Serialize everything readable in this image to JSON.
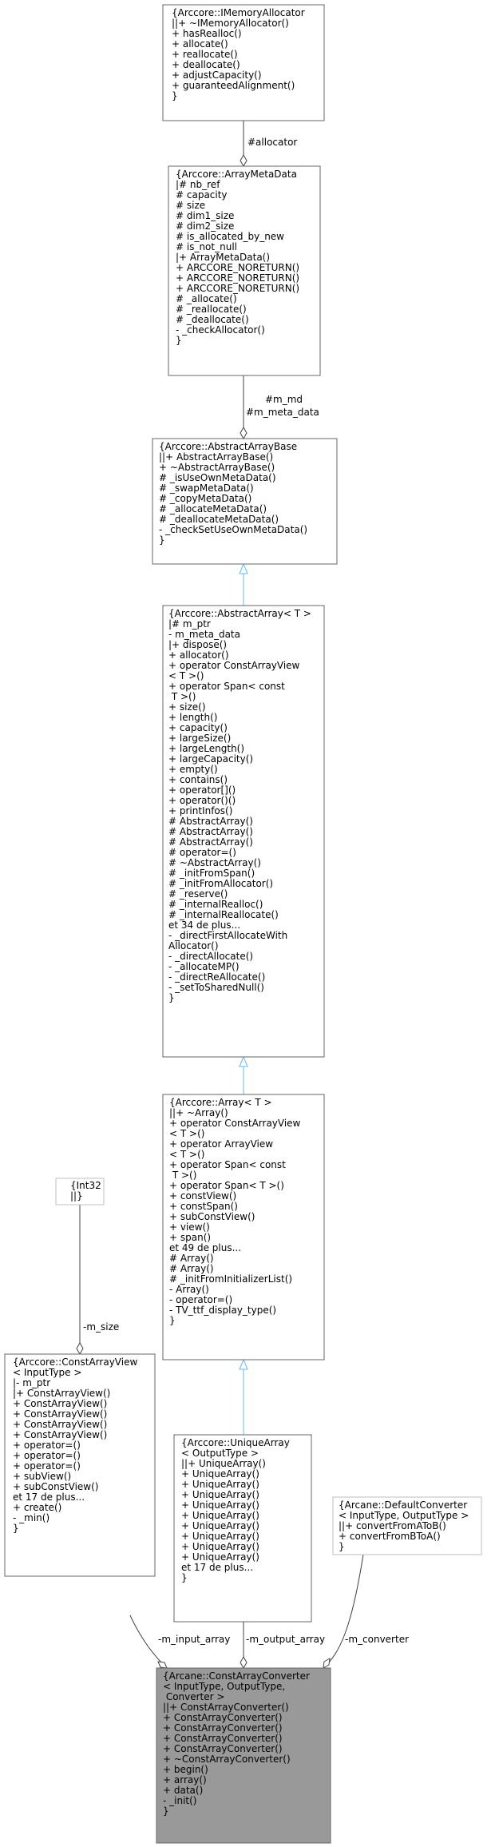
{
  "nodes": {
    "imemory_allocator": {
      "lines": [
        "{Arccore::IMemoryAllocator",
        "||+ ~IMemoryAllocator()",
        "+ hasRealloc()",
        "+ allocate()",
        "+ reallocate()",
        "+ deallocate()",
        "+ adjustCapacity()",
        "+ guaranteedAlignment()",
        "}"
      ]
    },
    "array_meta_data": {
      "lines": [
        "{Arccore::ArrayMetaData",
        "|# nb_ref",
        "# capacity",
        "# size",
        "# dim1_size",
        "# dim2_size",
        "# is_allocated_by_new",
        "# is_not_null",
        "|+ ArrayMetaData()",
        "+ ARCCORE_NORETURN()",
        "+ ARCCORE_NORETURN()",
        "+ ARCCORE_NORETURN()",
        "# _allocate()",
        "# _reallocate()",
        "# _deallocate()",
        "- _checkAllocator()",
        "}"
      ]
    },
    "abstract_array_base": {
      "lines": [
        "{Arccore::AbstractArrayBase",
        "||+ AbstractArrayBase()",
        "+ ~AbstractArrayBase()",
        "# _isUseOwnMetaData()",
        "# _swapMetaData()",
        "# _copyMetaData()",
        "# _allocateMetaData()",
        "# _deallocateMetaData()",
        "- _checkSetUseOwnMetaData()",
        "}"
      ]
    },
    "abstract_array": {
      "lines": [
        "{Arccore::AbstractArray< T >",
        "|# m_ptr",
        "- m_meta_data",
        "|+ dispose()",
        "+ allocator()",
        "+ operator ConstArrayView",
        "< T >()",
        "+ operator Span< const",
        " T >()",
        "+ size()",
        "+ length()",
        "+ capacity()",
        "+ largeSize()",
        "+ largeLength()",
        "+ largeCapacity()",
        "+ empty()",
        "+ contains()",
        "+ operator[]()",
        "+ operator()()",
        "+ printInfos()",
        "# AbstractArray()",
        "# AbstractArray()",
        "# AbstractArray()",
        "# operator=()",
        "# ~AbstractArray()",
        "# _initFromSpan()",
        "# _initFromAllocator()",
        "# _reserve()",
        "# _internalRealloc()",
        "# _internalReallocate()",
        "et 34 de plus...",
        "- _directFirstAllocateWith",
        "Allocator()",
        "- _directAllocate()",
        "- _allocateMP()",
        "- _directReAllocate()",
        "- _setToSharedNull()",
        "}"
      ]
    },
    "array": {
      "lines": [
        "{Arccore::Array< T >",
        "||+ ~Array()",
        "+ operator ConstArrayView",
        "< T >()",
        "+ operator ArrayView",
        "< T >()",
        "+ operator Span< const",
        " T >()",
        "+ operator Span< T >()",
        "+ constView()",
        "+ constSpan()",
        "+ subConstView()",
        "+ view()",
        "+ span()",
        "et 49 de plus...",
        "# Array()",
        "# Array()",
        "# _initFromInitializerList()",
        "- Array()",
        "- operator=()",
        "- TV_ttf_display_type()",
        "}"
      ]
    },
    "int32": {
      "lines": [
        "{Int32",
        "||}"
      ]
    },
    "const_array_view": {
      "lines": [
        "{Arccore::ConstArrayView",
        "< InputType >",
        "|- m_ptr",
        "|+ ConstArrayView()",
        "+ ConstArrayView()",
        "+ ConstArrayView()",
        "+ ConstArrayView()",
        "+ ConstArrayView()",
        "+ operator=()",
        "+ operator=()",
        "+ operator=()",
        "+ subView()",
        "+ subConstView()",
        "et 17 de plus...",
        "+ create()",
        "- _min()",
        "}"
      ]
    },
    "unique_array": {
      "lines": [
        "{Arccore::UniqueArray",
        "< OutputType >",
        "||+ UniqueArray()",
        "+ UniqueArray()",
        "+ UniqueArray()",
        "+ UniqueArray()",
        "+ UniqueArray()",
        "+ UniqueArray()",
        "+ UniqueArray()",
        "+ UniqueArray()",
        "+ UniqueArray()",
        "+ UniqueArray()",
        "et 17 de plus...",
        "}"
      ]
    },
    "default_converter": {
      "lines": [
        "{Arcane::DefaultConverter",
        "< InputType, OutputType >",
        "||+ convertFromAToB()",
        "+ convertFromBToA()",
        "}"
      ]
    },
    "const_array_converter": {
      "lines": [
        "{Arcane::ConstArrayConverter",
        "< InputType, OutputType,",
        " Converter >",
        "||+ ConstArrayConverter()",
        "+ ConstArrayConverter()",
        "+ ConstArrayConverter()",
        "+ ConstArrayConverter()",
        "+ ConstArrayConverter()",
        "+ ~ConstArrayConverter()",
        "+ begin()",
        "+ array()",
        "+ data()",
        "- _init()",
        "}"
      ]
    }
  },
  "edges": {
    "allocator": {
      "labels": [
        "#allocator"
      ]
    },
    "meta_data": {
      "labels": [
        "#m_md",
        "#m_meta_data"
      ]
    },
    "size": {
      "labels": [
        "-m_size"
      ]
    },
    "input_array": {
      "labels": [
        "-m_input_array"
      ]
    },
    "output_array": {
      "labels": [
        "-m_output_array"
      ]
    },
    "converter": {
      "labels": [
        "-m_converter"
      ]
    }
  }
}
